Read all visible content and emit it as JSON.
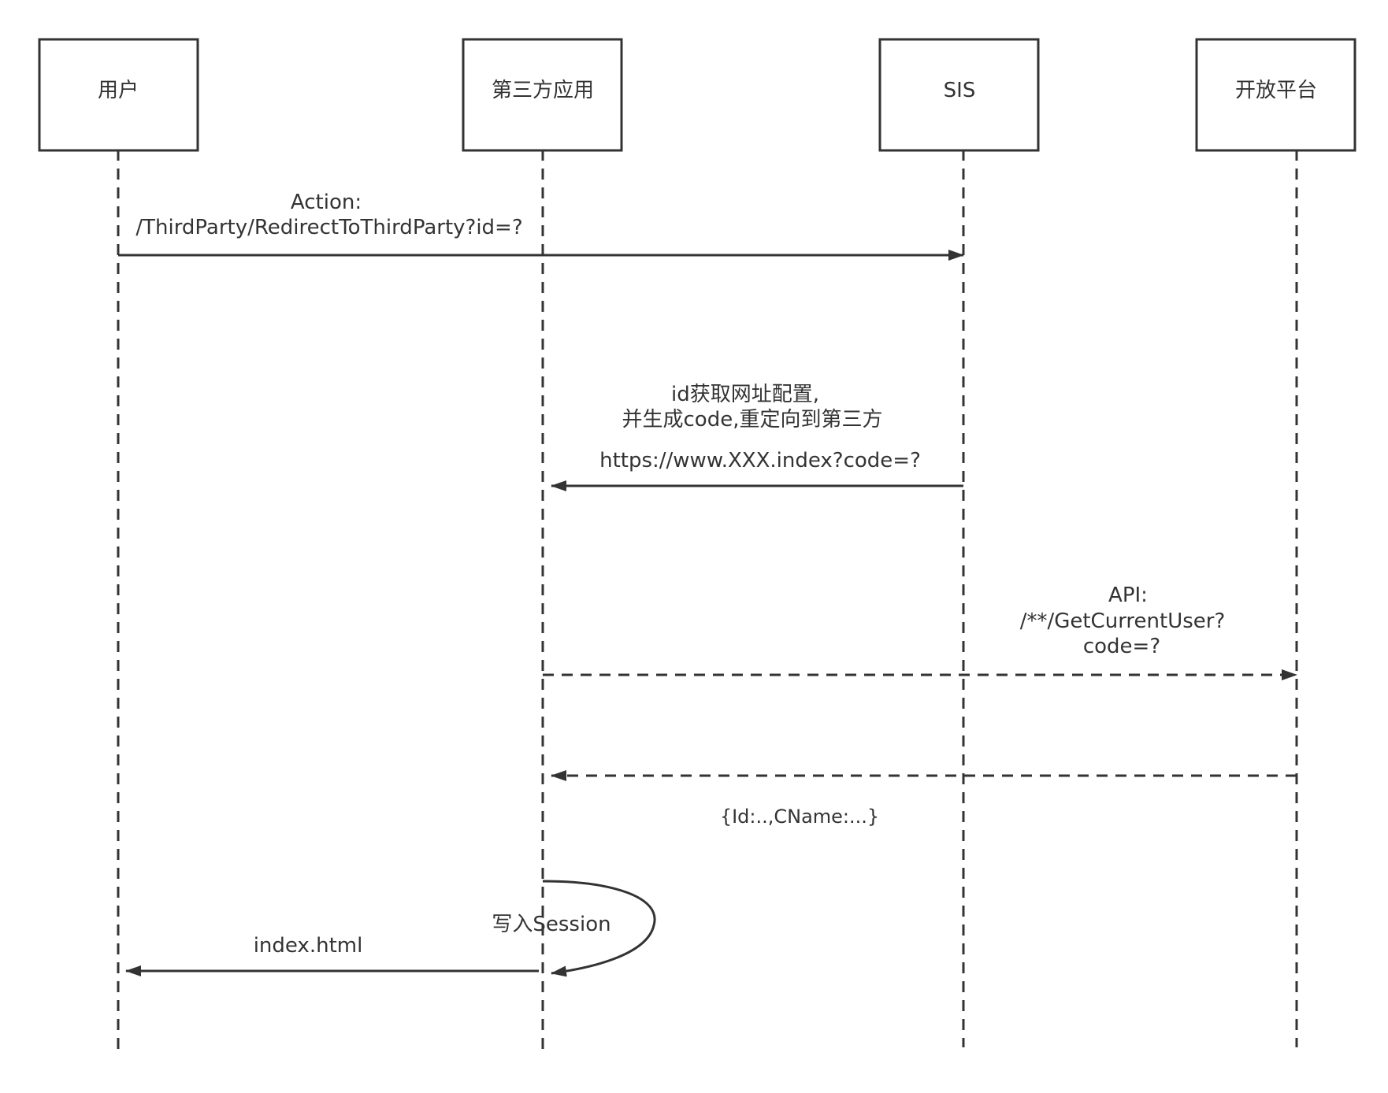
{
  "participants": [
    {
      "id": "user",
      "label": "用户"
    },
    {
      "id": "thirdparty",
      "label": "第三方应用"
    },
    {
      "id": "sis",
      "label": "SIS"
    },
    {
      "id": "openplatform",
      "label": "开放平台"
    }
  ],
  "messages": [
    {
      "id": "redirect-request",
      "from": "user",
      "to": "sis",
      "style": "solid",
      "lines": [
        "Action:",
        "/ThirdParty/RedirectToThirdParty?id=?"
      ]
    },
    {
      "id": "redirect-with-code",
      "from": "sis",
      "to": "thirdparty",
      "style": "solid",
      "lines": [
        "id获取网址配置,",
        "并生成code,重定向到第三方",
        "https://www.XXX.index?code=?"
      ]
    },
    {
      "id": "api-get-current-user",
      "from": "thirdparty",
      "to": "openplatform",
      "style": "dashed",
      "lines": [
        "API:",
        "/**/GetCurrentUser?",
        "code=?"
      ]
    },
    {
      "id": "user-info-response",
      "from": "openplatform",
      "to": "thirdparty",
      "style": "dashed",
      "lines": [
        "{Id:..,CName:...}"
      ]
    },
    {
      "id": "write-session",
      "from": "thirdparty",
      "to": "thirdparty",
      "style": "self",
      "lines": [
        "写入Session"
      ]
    },
    {
      "id": "return-index",
      "from": "thirdparty",
      "to": "user",
      "style": "solid",
      "lines": [
        "index.html"
      ]
    }
  ],
  "colors": {
    "line": "#333333",
    "text": "#333333",
    "background": "#ffffff"
  }
}
